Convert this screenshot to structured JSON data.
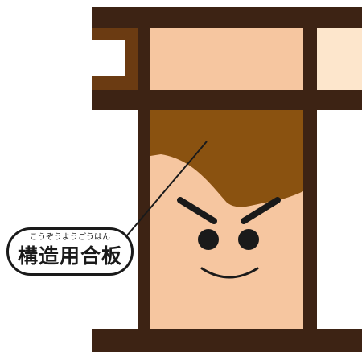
{
  "label": {
    "reading": "こうぞうようごうはん",
    "term": "構造用合板"
  },
  "colors": {
    "frame": "#3d2314",
    "face": "#f6c6a0",
    "hair": "#8a5210",
    "left_panel_border": "#6b3b12",
    "right_panel": "#fde6cc",
    "features": "#1a1a1a"
  },
  "expression": {
    "eyebrows": "angry-slanted",
    "eyes": "round",
    "mouth": "smile"
  }
}
